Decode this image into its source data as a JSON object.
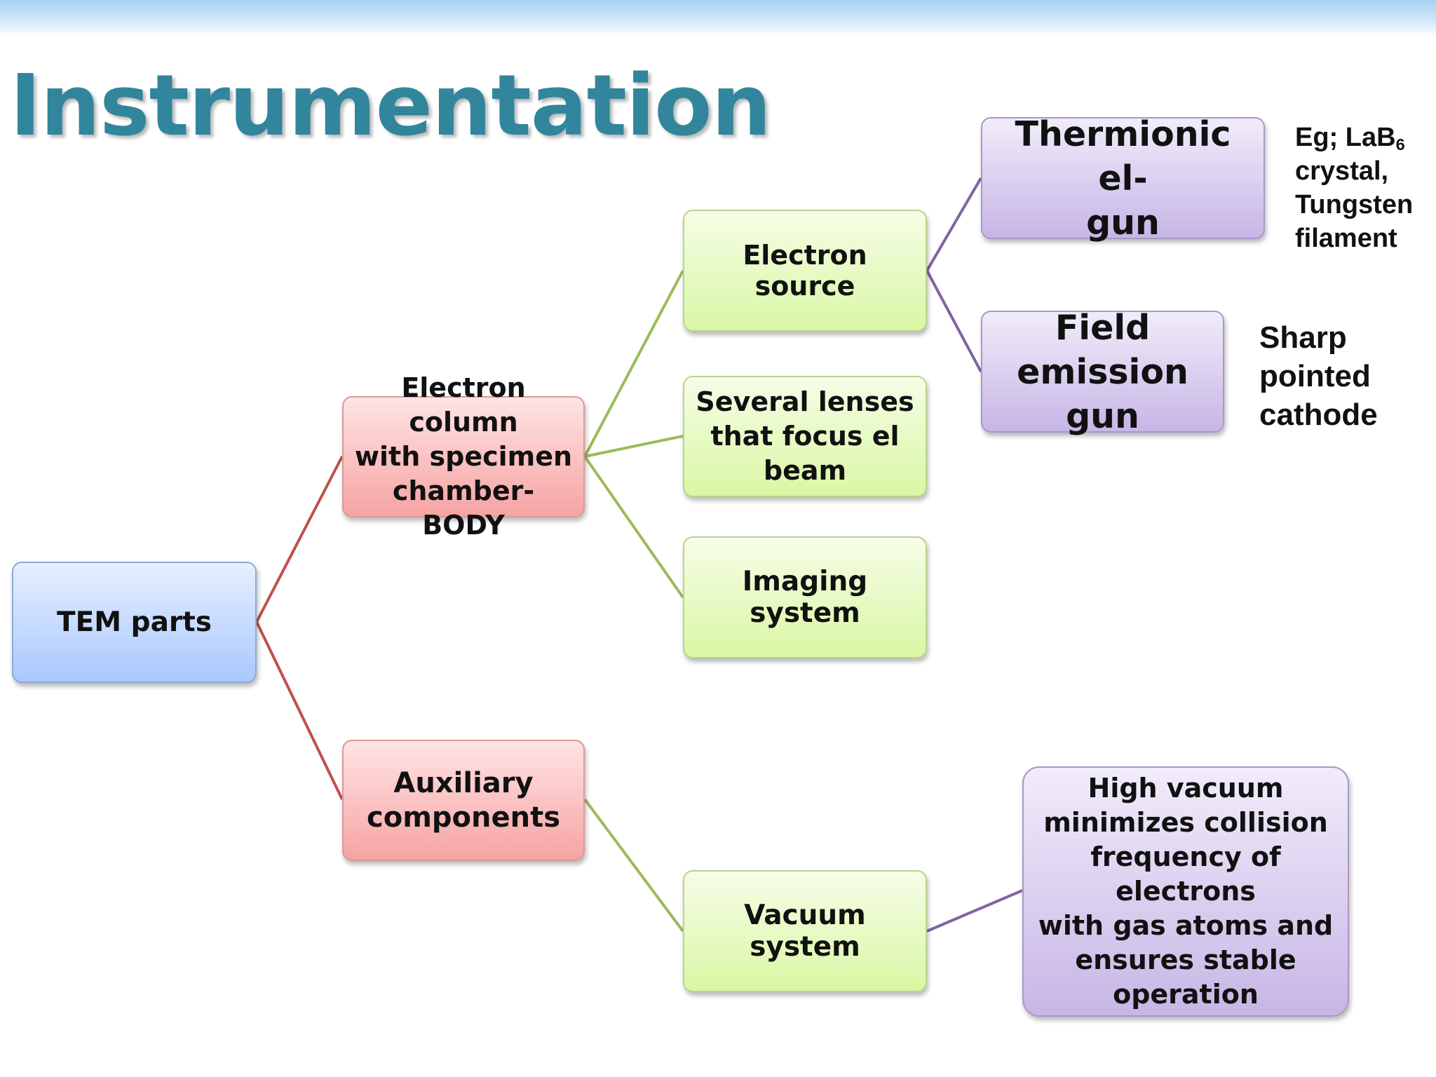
{
  "slide": {
    "title": "Instrumentation",
    "accent_color": "#31859c"
  },
  "diagram": {
    "root": {
      "label": "TEM parts",
      "color": "#a9c8ff"
    },
    "body": {
      "label": "Electron column\nwith specimen\nchamber- BODY",
      "color": "#f6a3a3"
    },
    "auxiliary": {
      "label": "Auxiliary\ncomponents",
      "color": "#f6a3a3"
    },
    "electron_source": {
      "label": "Electron source",
      "color": "#d9f7a4"
    },
    "lenses": {
      "label": "Several lenses\nthat focus el\nbeam",
      "color": "#d9f7a4"
    },
    "imaging": {
      "label": "Imaging system",
      "color": "#d9f7a4"
    },
    "vacuum": {
      "label": "Vacuum system",
      "color": "#d9f7a4"
    },
    "thermionic": {
      "label": "Thermionic el-\ngun",
      "color": "#c7b6e6"
    },
    "field_emission": {
      "label": "Field\nemission gun",
      "color": "#c7b6e6"
    },
    "vacuum_note": {
      "label": "High vacuum\nminimizes collision\nfrequency of electrons\nwith gas atoms and\nensures stable\noperation",
      "color": "#c7b6e6"
    },
    "connector_colors": {
      "level1": "#c0504d",
      "level2": "#9bbb59",
      "level3": "#8064a2"
    }
  },
  "notes": {
    "thermionic_example": {
      "line1_prefix": "Eg; LaB",
      "line1_sub": "6",
      "rest": "crystal,\nTungsten\nfilament"
    },
    "field_emission_note": "Sharp\npointed\ncathode"
  }
}
